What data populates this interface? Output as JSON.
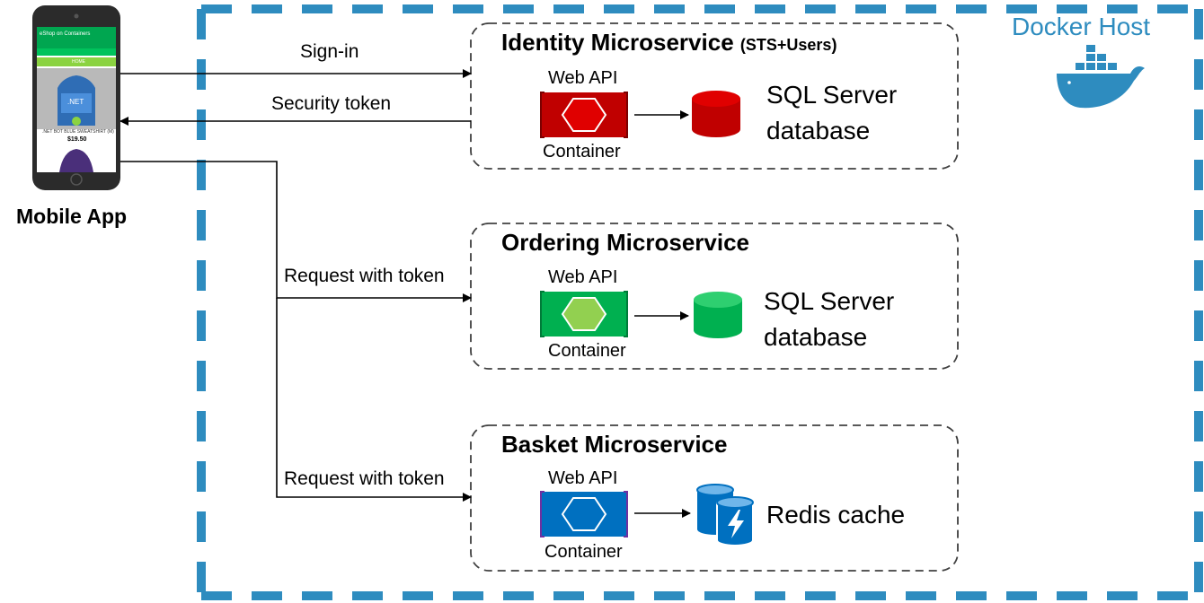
{
  "host": {
    "title": "Docker Host",
    "accent": "#2e8cbf"
  },
  "mobile": {
    "label": "Mobile App",
    "screen_title": "eShop on Containers",
    "screen_bar": "HOME",
    "product_name": ".NET BOT BLUE SWEATSHIRT (M)",
    "product_price": "$19.50",
    "shirt_logo": ".NET"
  },
  "arrows": {
    "signin": "Sign-in",
    "token": "Security token",
    "req1": "Request with token",
    "req2": "Request with token"
  },
  "services": [
    {
      "title": "Identity Microservice",
      "subtitle": "(STS+Users)",
      "api": "Web API",
      "container": "Container",
      "store_line1": "SQL Server",
      "store_line2": "database",
      "color": "#c00000",
      "store_icon": "database-icon"
    },
    {
      "title": "Ordering Microservice",
      "api": "Web API",
      "container": "Container",
      "store_line1": "SQL Server",
      "store_line2": "database",
      "color": "#00b050",
      "store_icon": "database-icon"
    },
    {
      "title": "Basket Microservice",
      "api": "Web API",
      "container": "Container",
      "store_line1": "Redis cache",
      "color": "#0070c0",
      "store_icon": "redis-cache-icon"
    }
  ]
}
